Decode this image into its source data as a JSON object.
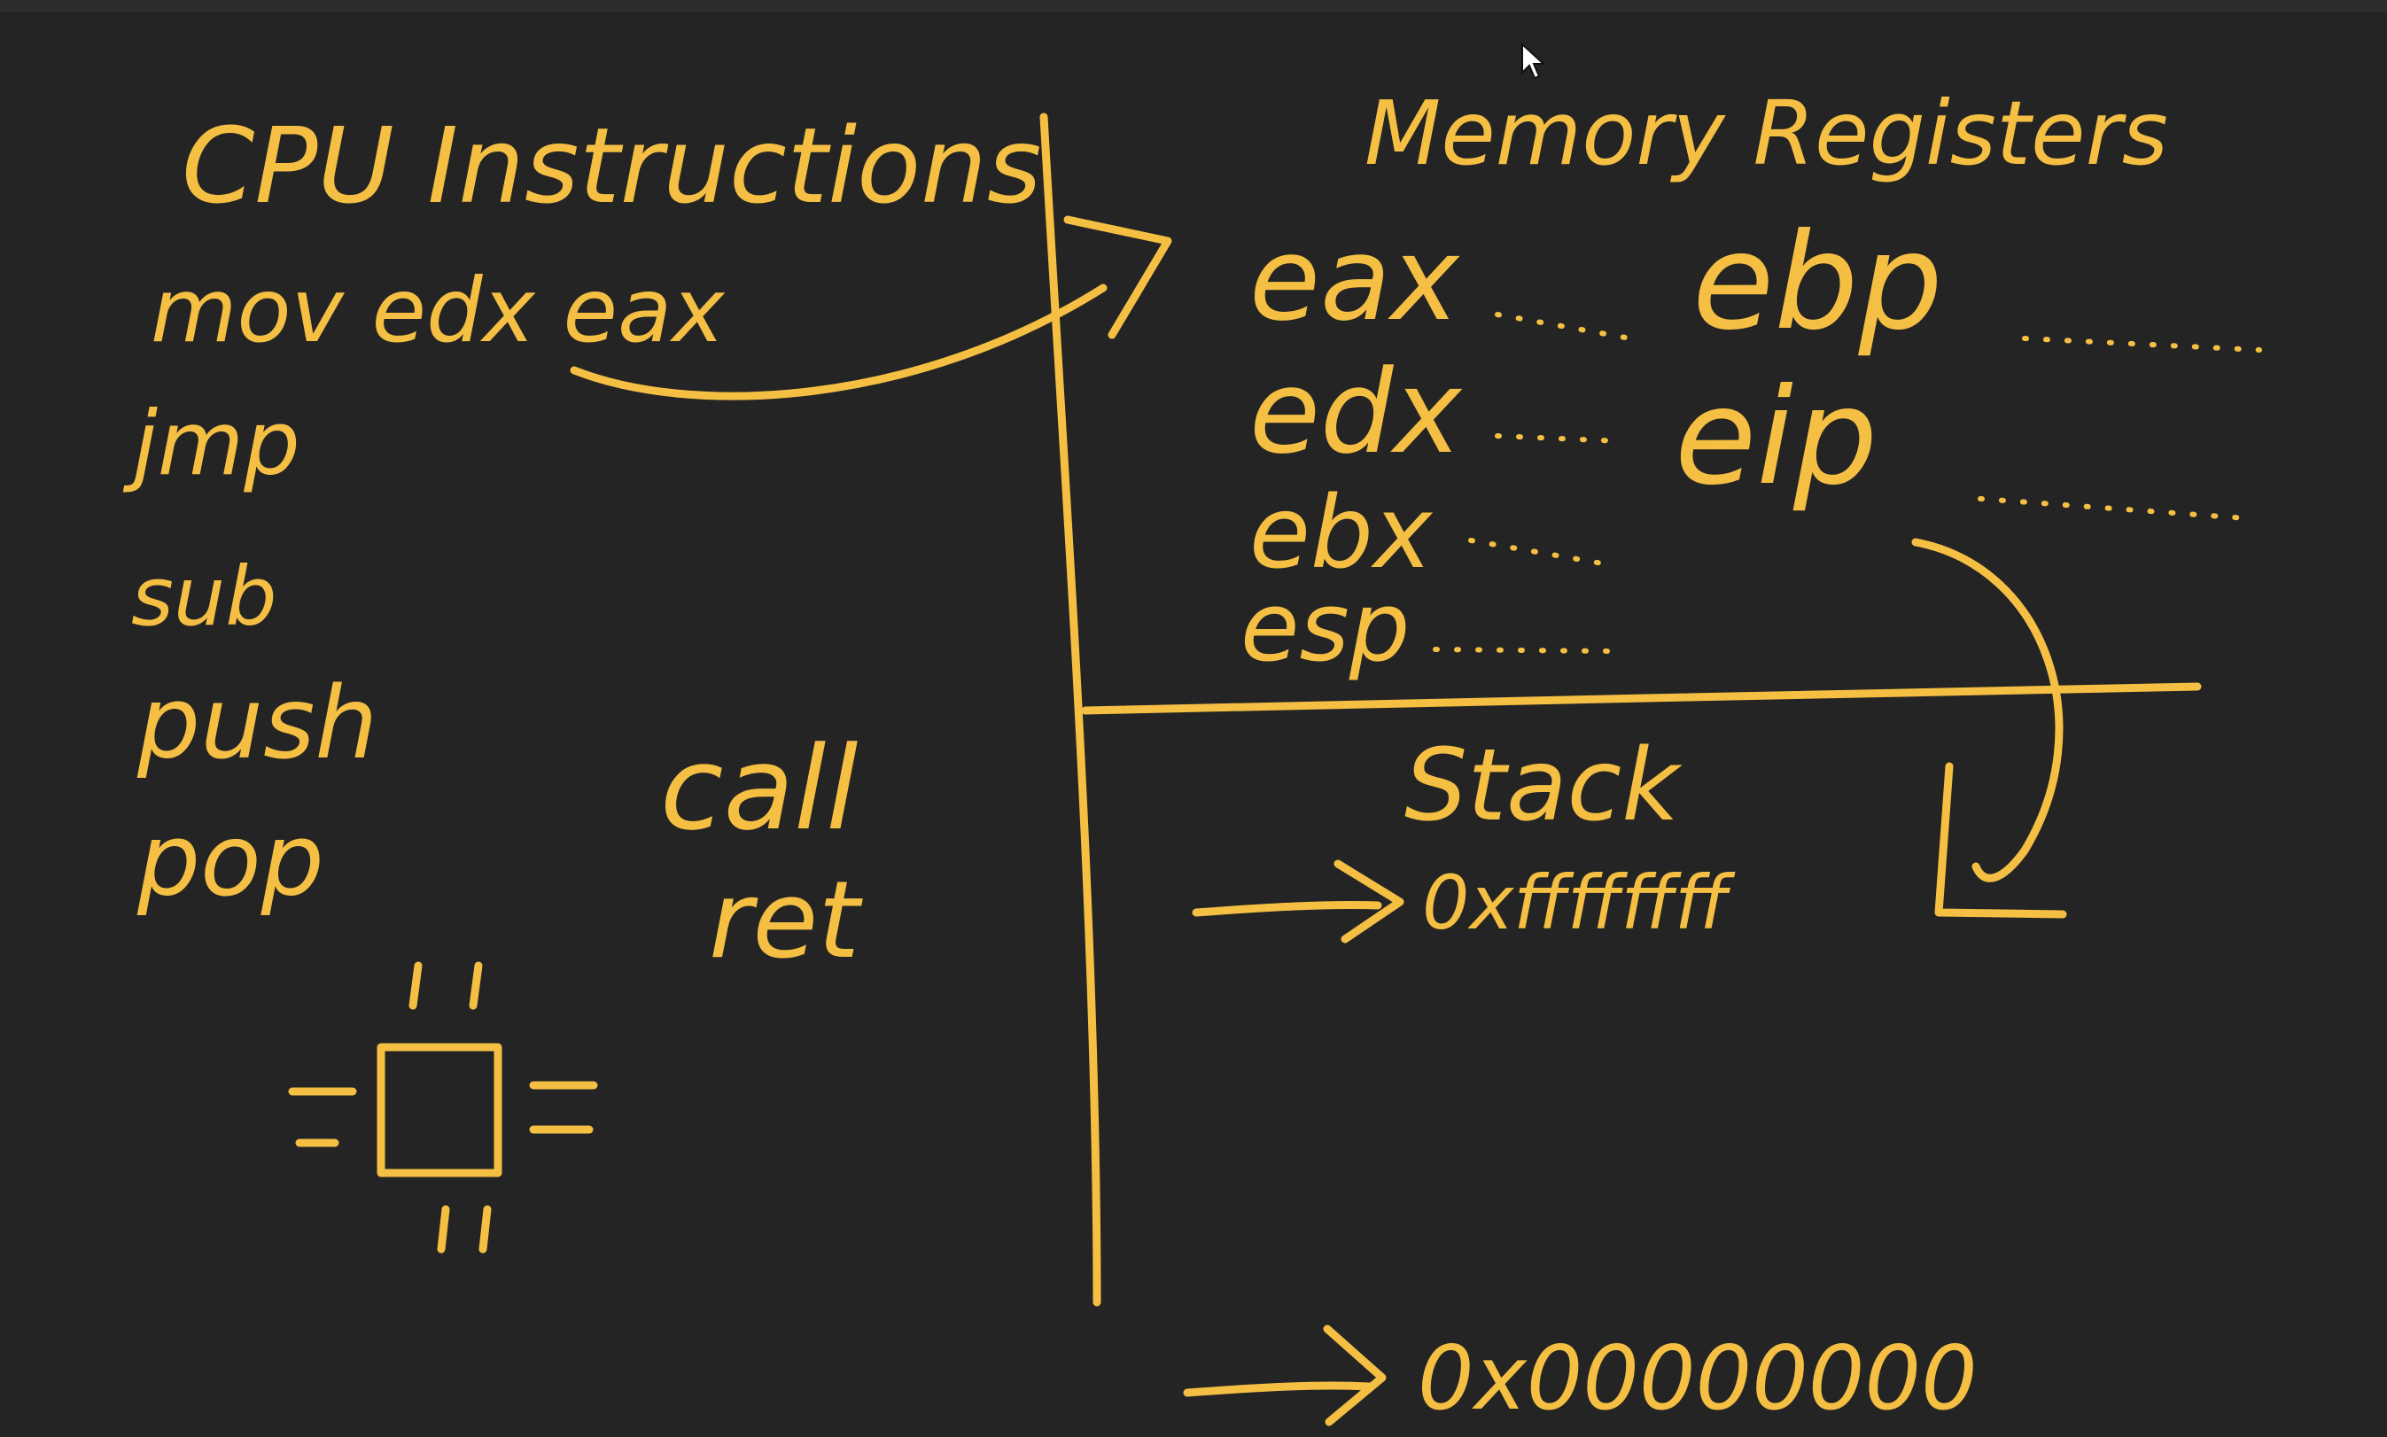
{
  "headings": {
    "cpu_instructions": "CPU Instructions",
    "memory_registers": "Memory Registers",
    "stack": "Stack"
  },
  "instructions": {
    "mov": "mov edx eax",
    "jmp": "jmp",
    "sub": "sub",
    "push": "push",
    "pop": "pop",
    "call": "call",
    "ret": "ret"
  },
  "registers": {
    "eax": "eax",
    "edx": "edx",
    "ebx": "ebx",
    "esp": "esp",
    "ebp": "ebp",
    "eip": "eip"
  },
  "stack_addresses": {
    "top": "0xffffffff",
    "bottom": "0x00000000"
  },
  "colors": {
    "background": "#242424",
    "ink": "#f4bf43"
  },
  "icons": {
    "cpu_chip": "cpu-chip-icon",
    "cursor": "mouse-pointer-icon"
  }
}
